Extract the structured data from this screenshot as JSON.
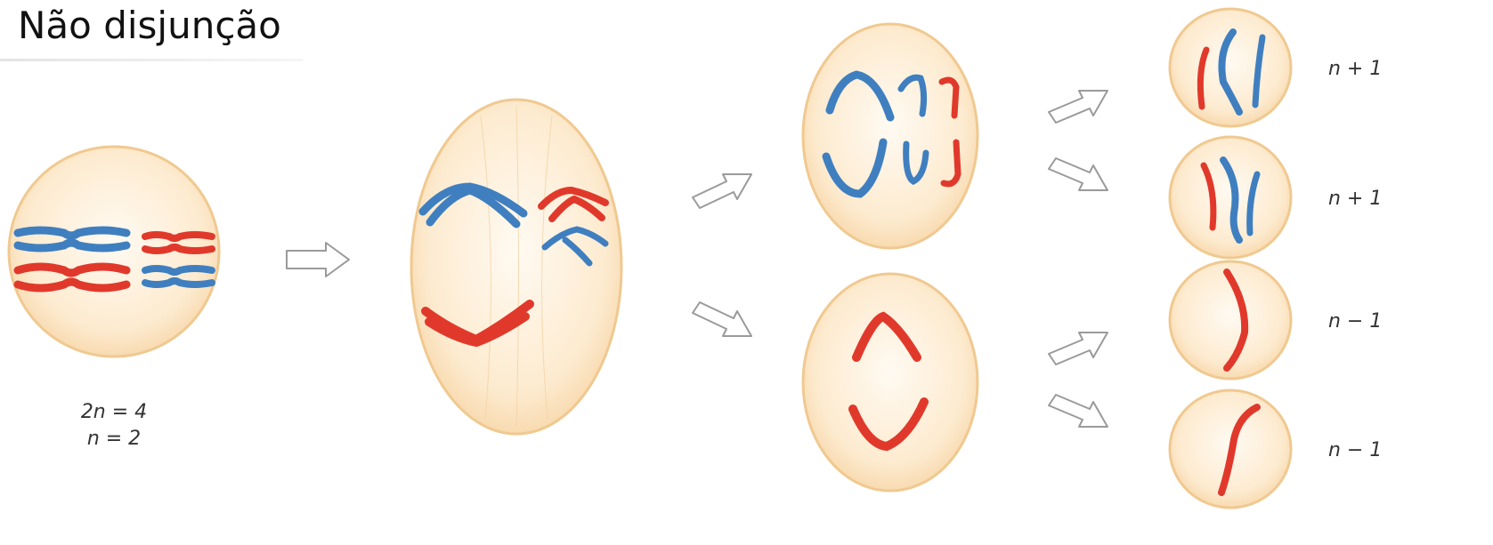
{
  "title": "Não disjunção",
  "parent_cell": {
    "label_line1": "2n = 4",
    "label_line2": "n = 2"
  },
  "gametes": [
    {
      "label": "n + 1"
    },
    {
      "label": "n + 1"
    },
    {
      "label": "n − 1"
    },
    {
      "label": "n − 1"
    }
  ],
  "colors": {
    "cell_fill": "#fbe3be",
    "cell_edge": "#f0c990",
    "chromosome_blue": "#3f7fc0",
    "chromosome_red": "#e0392b",
    "arrow_stroke": "#9a9a9a"
  }
}
